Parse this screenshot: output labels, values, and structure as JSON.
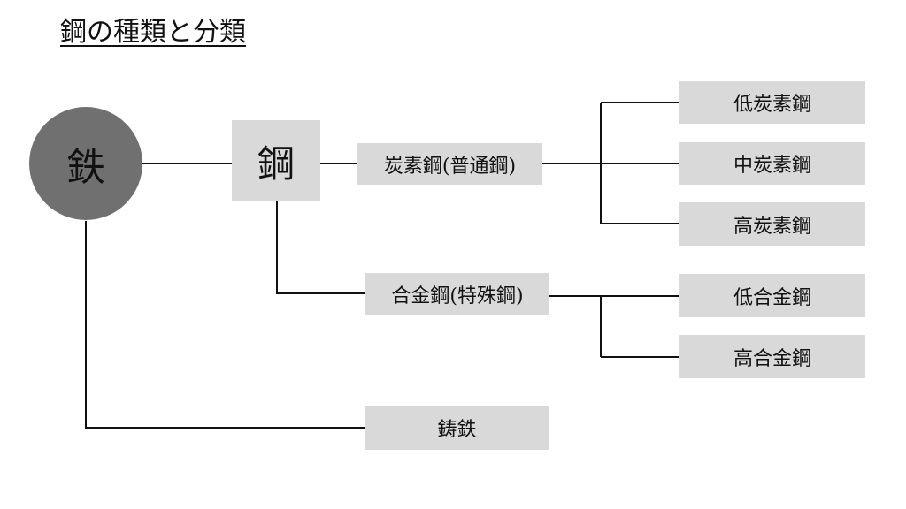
{
  "title": "鋼の種類と分類",
  "colors": {
    "box_bg": "#d9d9d9",
    "circle_bg": "#707070",
    "line": "#111111"
  },
  "nodes": {
    "iron": "鉄",
    "steel": "鋼",
    "carbon_steel": "炭素鋼(普通鋼)",
    "alloy_steel": "合金鋼(特殊鋼)",
    "cast_iron": "鋳鉄",
    "low_carbon_steel": "低炭素鋼",
    "medium_carbon_steel": "中炭素鋼",
    "high_carbon_steel": "高炭素鋼",
    "low_alloy_steel": "低合金鋼",
    "high_alloy_steel": "高合金鋼"
  }
}
